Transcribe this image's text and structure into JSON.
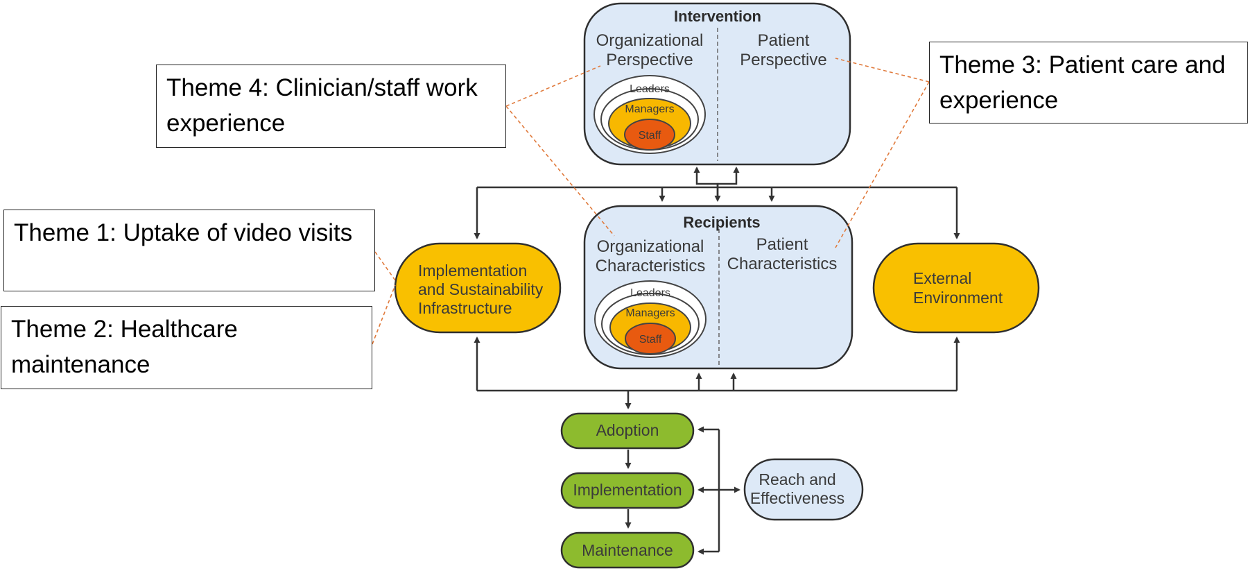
{
  "colors": {
    "box_fill": "#dde9f7",
    "box_stroke": "#2f2f2f",
    "orange": "#f9c000",
    "orange_light": "#f8b800",
    "red": "#e85a10",
    "green": "#8dbb2e",
    "dashed_connector": "#e07a3c",
    "arrow": "#333333"
  },
  "themes": {
    "theme1": "Theme 1: Uptake of video visits",
    "theme2": "Theme 2: Healthcare maintenance",
    "theme3": "Theme 3: Patient care and experience",
    "theme4": "Theme 4: Clinician/staff work experience"
  },
  "intervention": {
    "title": "Intervention",
    "left_line1": "Organizational",
    "left_line2": "Perspective",
    "right_line1": "Patient",
    "right_line2": "Perspective",
    "leaders": "Leaders",
    "managers": "Managers",
    "staff": "Staff"
  },
  "recipients": {
    "title": "Recipients",
    "left_line1": "Organizational",
    "left_line2": "Characteristics",
    "right_line1": "Patient",
    "right_line2": "Characteristics",
    "leaders": "Leaders",
    "managers": "Managers",
    "staff": "Staff"
  },
  "infrastructure": {
    "line1": "Implementation",
    "line2": "and Sustainability",
    "line3": "Infrastructure"
  },
  "external": {
    "line1": "External",
    "line2": "Environment"
  },
  "outcomes": {
    "adoption": "Adoption",
    "implementation": "Implementation",
    "maintenance": "Maintenance",
    "reach_line1": "Reach and",
    "reach_line2": "Effectiveness"
  }
}
